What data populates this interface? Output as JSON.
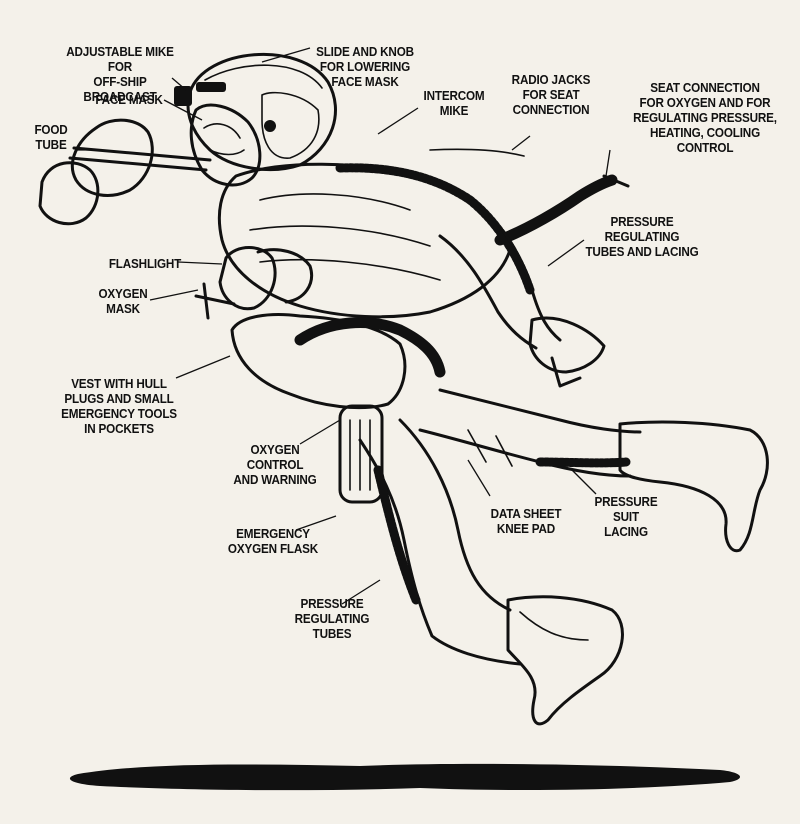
{
  "diagram": {
    "labels": [
      {
        "id": "adjustable-mike",
        "text": "ADJUSTABLE MIKE FOR\nOFF-SHIP BROADCAST"
      },
      {
        "id": "slide-knob",
        "text": "SLIDE AND KNOB\nFOR LOWERING\nFACE MASK"
      },
      {
        "id": "face-mask",
        "text": "FACE MASK"
      },
      {
        "id": "intercom-mike",
        "text": "INTERCOM\nMIKE"
      },
      {
        "id": "radio-jacks",
        "text": "RADIO JACKS\nFOR SEAT\nCONNECTION"
      },
      {
        "id": "seat-connection",
        "text": "SEAT CONNECTION\nFOR OXYGEN AND FOR\nREGULATING PRESSURE,\nHEATING, COOLING\nCONTROL"
      },
      {
        "id": "food-tube",
        "text": "FOOD\nTUBE"
      },
      {
        "id": "pressure-regulating-tubes-lacing",
        "text": "PRESSURE\nREGULATING\nTUBES AND LACING"
      },
      {
        "id": "flashlight",
        "text": "FLASHLIGHT"
      },
      {
        "id": "oxygen-mask",
        "text": "OXYGEN\nMASK"
      },
      {
        "id": "vest",
        "text": "VEST WITH HULL\nPLUGS AND SMALL\nEMERGENCY TOOLS\nIN POCKETS"
      },
      {
        "id": "oxygen-control",
        "text": "OXYGEN\nCONTROL\nAND WARNING"
      },
      {
        "id": "data-sheet",
        "text": "DATA SHEET\nKNEE PAD"
      },
      {
        "id": "pressure-suit-lacing",
        "text": "PRESSURE\nSUIT\nLACING"
      },
      {
        "id": "emergency-flask",
        "text": "EMERGENCY\nOXYGEN FLASK"
      },
      {
        "id": "pressure-regulating-tubes",
        "text": "PRESSURE\nREGULATING\nTUBES"
      }
    ]
  },
  "colors": {
    "paper": "#f4f1ea",
    "ink": "#111111"
  }
}
